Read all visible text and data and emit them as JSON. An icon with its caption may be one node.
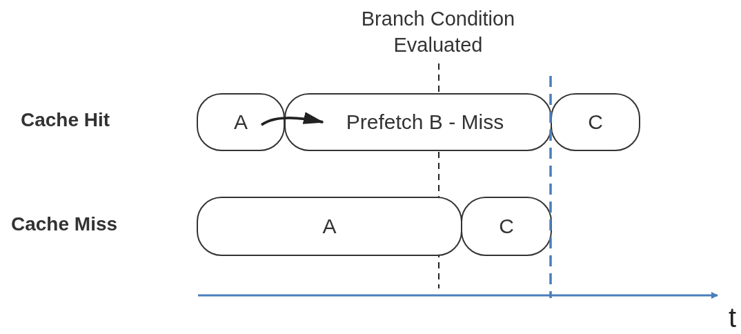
{
  "diagram": {
    "nodes": [
      {
        "text": [
          "A"
        ]
      },
      {
        "text": [
          "Prefetch B - Miss"
        ]
      },
      {
        "text": [
          "C"
        ]
      },
      {
        "text": [
          "A"
        ]
      },
      {
        "text": [
          "C"
        ]
      }
    ],
    "edges": [
      {
        "from": 0,
        "to": 1,
        "arrow": "to"
      }
    ],
    "labels": [
      "Branch Condition Evaluated",
      "Cache Hit",
      "Cache Miss",
      "t"
    ]
  }
}
